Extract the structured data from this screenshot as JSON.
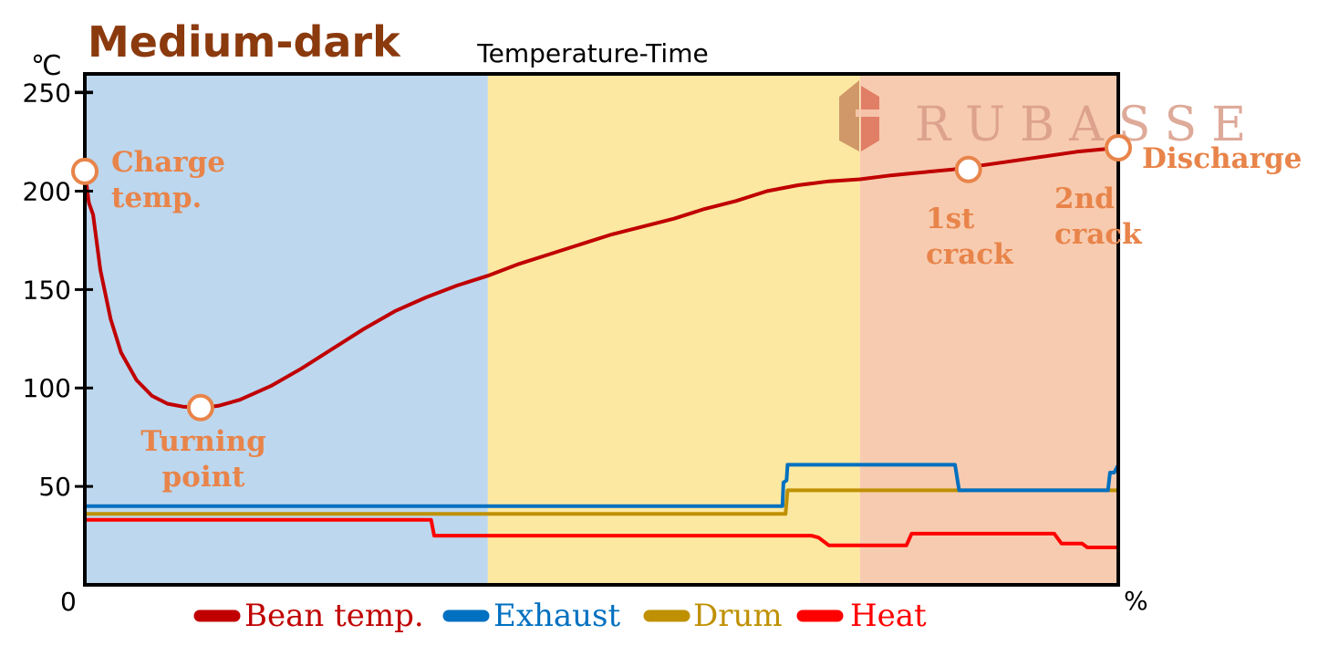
{
  "header": {
    "roast_level": "Medium-dark",
    "chart_title": "Temperature-Time",
    "y_unit": "℃",
    "x_unit": "%",
    "origin_label": "0"
  },
  "watermark": {
    "brand": "RUBASSE"
  },
  "colors": {
    "title_brown": "#8B3A0E",
    "annotation_orange": "#E8844A",
    "phase_drying": "#BDD7EE",
    "phase_maillard": "#FCE8A0",
    "phase_development": "#F7CBB0",
    "bean_temp": "#C00000",
    "exhaust": "#0070C0",
    "drum": "#BF9000",
    "heat": "#FF0000"
  },
  "chart_data": {
    "type": "line",
    "title": "Temperature-Time",
    "ylabel": "℃",
    "xlabel": "%",
    "xlim": [
      0,
      100
    ],
    "ylim": [
      0,
      260
    ],
    "y_ticks": [
      50,
      100,
      150,
      200,
      250
    ],
    "phases": [
      {
        "key": "drying",
        "x0": 0,
        "x1": 39
      },
      {
        "key": "maillard",
        "x0": 39,
        "x1": 75
      },
      {
        "key": "development",
        "x0": 75,
        "x1": 100
      }
    ],
    "series": [
      {
        "name": "Bean temp.",
        "color": "#C00000",
        "x": [
          0,
          0.4,
          0.8,
          1.5,
          2.5,
          3.5,
          5,
          6.5,
          8,
          9.5,
          11,
          11.5,
          13,
          15,
          18,
          21,
          24,
          27,
          30,
          33,
          36,
          39,
          42,
          45,
          48,
          51,
          54,
          57,
          60,
          63,
          66,
          69,
          72,
          75,
          78,
          80,
          84,
          88,
          92,
          96,
          100
        ],
        "y": [
          210,
          194,
          188,
          160,
          135,
          118,
          104,
          96,
          92,
          90.5,
          90,
          90,
          91,
          94,
          101,
          110,
          120,
          130,
          139,
          146,
          152,
          157,
          163,
          168,
          173,
          178,
          182,
          186,
          191,
          195,
          200,
          203,
          205,
          206,
          208,
          209,
          211,
          214,
          217,
          220,
          222
        ]
      },
      {
        "name": "Exhaust",
        "color": "#0070C0",
        "x": [
          0,
          67.5,
          67.6,
          67.9,
          68,
          84.2,
          84.6,
          99,
          99.2,
          99.6,
          100
        ],
        "y": [
          40,
          40,
          52,
          53,
          61,
          61,
          48,
          48,
          57,
          57,
          61
        ]
      },
      {
        "name": "Drum",
        "color": "#BF9000",
        "x": [
          0,
          67.8,
          68,
          100
        ],
        "y": [
          36,
          36,
          48,
          48
        ]
      },
      {
        "name": "Heat",
        "color": "#FF0000",
        "x": [
          0,
          33.5,
          33.8,
          70.3,
          71,
          72,
          77,
          79.5,
          80,
          93.8,
          94.5,
          96.5,
          97,
          100
        ],
        "y": [
          33,
          33,
          25,
          25,
          24,
          20,
          20,
          20,
          26,
          26,
          21,
          21,
          19,
          19
        ]
      }
    ],
    "annotations": [
      {
        "label_lines": [
          "Charge",
          "temp."
        ],
        "x": 0,
        "y": 210
      },
      {
        "label_lines": [
          "Turning",
          "point"
        ],
        "x": 11.2,
        "y": 90
      },
      {
        "label_lines": [
          "1st",
          "crack"
        ],
        "x": 85.5,
        "y": 211
      },
      {
        "label_lines": [
          "Discharge"
        ],
        "x": 100,
        "y": 222
      },
      {
        "label_lines": [
          "2nd",
          "crack"
        ],
        "x": null,
        "y": null
      }
    ],
    "legend": [
      {
        "label": "Bean temp.",
        "color": "#C00000"
      },
      {
        "label": "Exhaust",
        "color": "#0070C0"
      },
      {
        "label": "Drum",
        "color": "#BF9000"
      },
      {
        "label": "Heat",
        "color": "#FF0000"
      }
    ],
    "legend_position": "bottom",
    "grid": false
  }
}
